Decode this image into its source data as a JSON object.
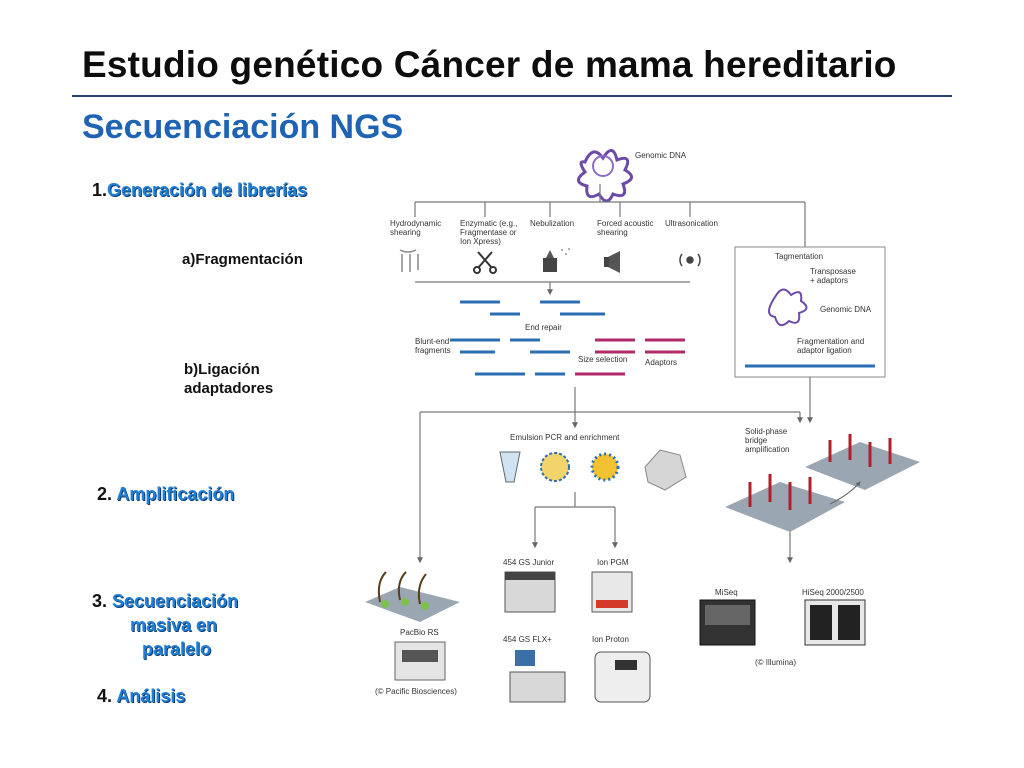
{
  "title": "Estudio genético Cáncer de mama hereditario",
  "subtitle": "Secuenciación NGS",
  "steps": {
    "s1_num": "1.",
    "s1_label": "Generación de librerías",
    "s1a": "a)Fragmentación",
    "s1b_line1": "b)Ligación",
    "s1b_line2": "adaptadores",
    "s2_num": "2.",
    "s2_label": "Amplificación",
    "s3_num": "3.",
    "s3_line1": "Secuenciación",
    "s3_line2": "masiva en",
    "s3_line3": "paralelo",
    "s4_num": "4.",
    "s4_label": "Análisis"
  },
  "diagram": {
    "genomic_dna": "Genomic DNA",
    "methods": [
      {
        "l1": "Hydrodynamic",
        "l2": "shearing",
        "l3": ""
      },
      {
        "l1": "Enzymatic (e.g.,",
        "l2": "Fragmentase or",
        "l3": "Ion Xpress)"
      },
      {
        "l1": "Nebulization",
        "l2": "",
        "l3": ""
      },
      {
        "l1": "Forced acoustic",
        "l2": "shearing",
        "l3": ""
      },
      {
        "l1": "Ultrasonication",
        "l2": "",
        "l3": ""
      }
    ],
    "tagmentation": "Tagmentation",
    "transposase_l1": "Transposase",
    "transposase_l2": "+ adaptors",
    "genomic_dna_2": "Genomic DNA",
    "frag_lig_l1": "Fragmentation and",
    "frag_lig_l2": "adaptor ligation",
    "end_repair": "End repair",
    "blunt_l1": "Blunt-end",
    "blunt_l2": "fragments",
    "adaptors": "Adaptors",
    "size_selection": "Size selection",
    "emulsion_pcr": "Emulsion PCR and enrichment",
    "bridge_l1": "Solid-phase",
    "bridge_l2": "bridge",
    "bridge_l3": "amplification",
    "gs_junior": "454 GS Junior",
    "ion_pgm": "Ion PGM",
    "gs_flx": "454 GS FLX+",
    "ion_proton": "Ion Proton",
    "pacbio": "PacBio RS",
    "pacbio_credit": "(© Pacific Biosciences)",
    "miseq": "MiSeq",
    "hiseq": "HiSeq 2000/2500",
    "illumina_credit": "(© Illumina)"
  }
}
